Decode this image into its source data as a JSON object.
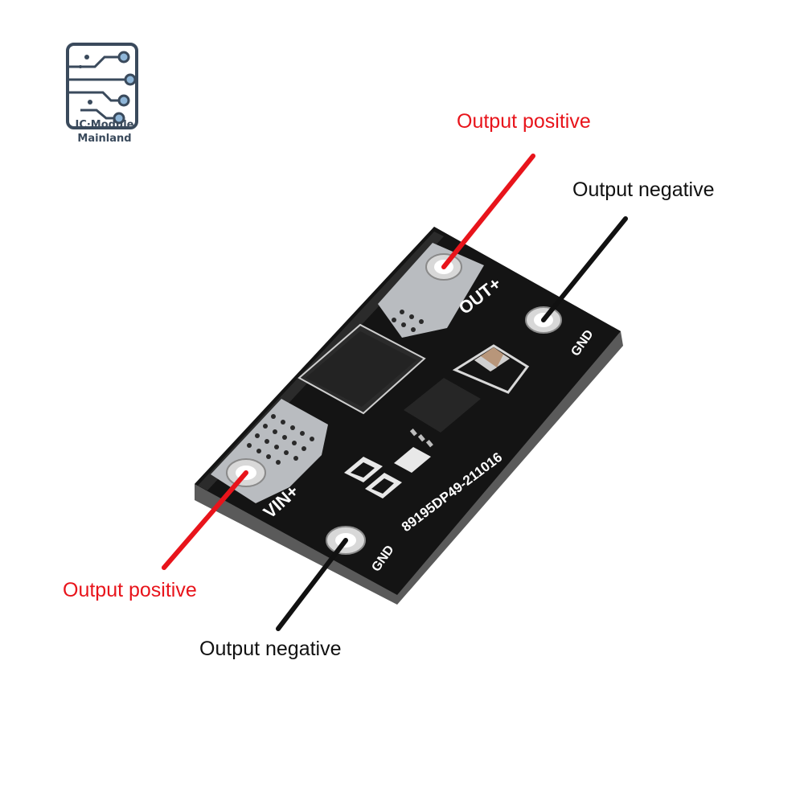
{
  "logo": {
    "line1": "IC·Module",
    "line2": "Mainland",
    "color": "#3a4a5c"
  },
  "board": {
    "label_out": "OUT+",
    "label_gnd_top": "GND",
    "label_vin": "VIN+",
    "label_gnd_bottom": "GND",
    "part_code": "89195DP49-211016",
    "pcb_color": "#141414"
  },
  "callouts": {
    "top_positive": "Output positive",
    "top_negative": "Output negative",
    "bottom_positive": "Output positive",
    "bottom_negative": "Output negative",
    "positive_color": "#e8141b",
    "negative_color": "#111111"
  }
}
